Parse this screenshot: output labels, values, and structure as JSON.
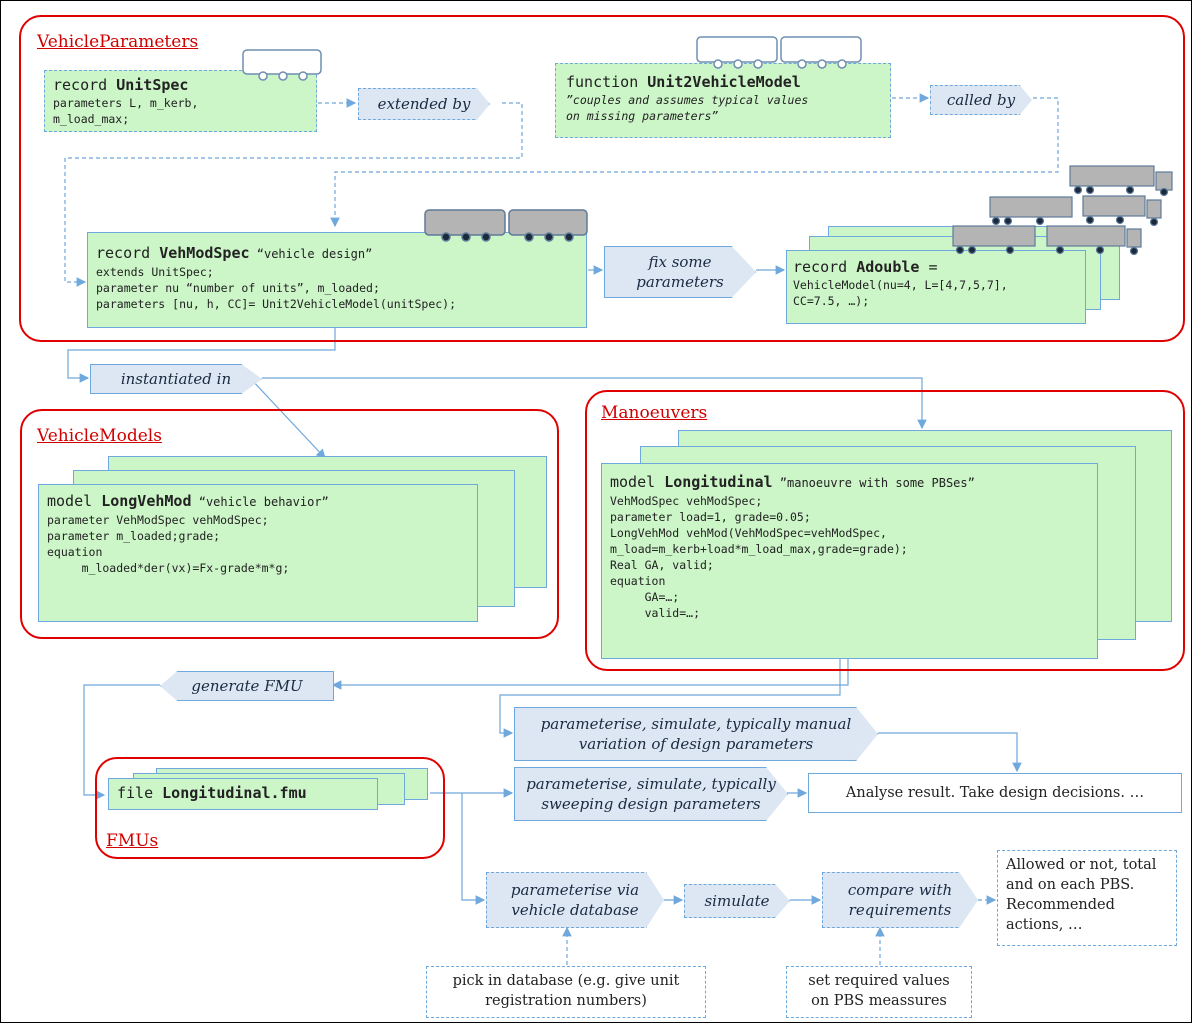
{
  "groups": {
    "vehicle_parameters": "VehicleParameters",
    "vehicle_models": "VehicleModels",
    "manoeuvers": "Manoeuvers",
    "fmus": "FMUs"
  },
  "unitspec": {
    "kw": "record ",
    "name": "UnitSpec",
    "lines": [
      "parameters L, m_kerb,",
      "m_load_max;"
    ]
  },
  "unit2vehiclemodel": {
    "kw": "function ",
    "name": "Unit2VehicleModel",
    "lines": [
      "”couples and assumes typical values",
      "on missing parameters”"
    ]
  },
  "vehmodspec": {
    "kw": "record ",
    "name": "VehModSpec",
    "desc": " “vehicle design”",
    "lines": [
      "extends UnitSpec;",
      "parameter nu “number of units”, m_loaded;",
      "parameters [nu, h, CC]= Unit2VehicleModel(unitSpec);"
    ]
  },
  "adouble": {
    "kw": "record ",
    "name": "Adouble",
    "suffix": " =",
    "lines": [
      "VehicleModel(nu=4, L=[4,7,5,7],",
      "CC=7.5, …);"
    ]
  },
  "longvehmod": {
    "kw": "model ",
    "name": "LongVehMod",
    "desc": " “vehicle behavior”",
    "lines": [
      "parameter VehModSpec vehModSpec;",
      "parameter m_loaded;grade;",
      "equation",
      "     m_loaded*der(vx)=Fx-grade*m*g;"
    ]
  },
  "longitudinal": {
    "kw": "model ",
    "name": "Longitudinal",
    "desc": " ”manoeuvre with some PBSes”",
    "lines": [
      "VehModSpec vehModSpec;",
      "parameter load=1, grade=0.05;",
      "LongVehMod vehMod(VehModSpec=vehModSpec,",
      "m_load=m_kerb+load*m_load_max,grade=grade);",
      "Real GA, valid;",
      "equation",
      "     GA=…;",
      "     valid=…;"
    ]
  },
  "fmu": {
    "kw": "file ",
    "name": "Longitudinal.fmu"
  },
  "tags": {
    "extended_by": "extended by",
    "called_by": "called by",
    "fix_some_parameters": [
      "fix some",
      "parameters"
    ],
    "instantiated_in": "instantiated in",
    "generate_fmu": "generate FMU",
    "manual_variation": [
      "parameterise, simulate, typically manual",
      "variation of design parameters"
    ],
    "sweeping": [
      "parameterise, simulate, typically",
      "sweeping design parameters"
    ],
    "vehicle_database": [
      "parameterise via",
      "vehicle database"
    ],
    "simulate": "simulate",
    "compare": [
      "compare with",
      "requirements"
    ]
  },
  "boxes": {
    "analyse": "Analyse result. Take design decisions. …",
    "allowed": [
      "Allowed or not, total",
      "and on each PBS.",
      "Recommended",
      "actions, …"
    ],
    "pick_database": [
      "pick in database (e.g. give unit",
      "registration numbers)"
    ],
    "required_values": [
      "set required values",
      "on PBS meassures"
    ]
  },
  "colors": {
    "group_border": "#e00000",
    "card_fill": "#ccf5c8",
    "tag_fill": "#dce7f3",
    "connector": "#6fa8dc",
    "vehicle_body": "#b4b4b4"
  },
  "icons": [
    "trailer-icon",
    "truck-icon"
  ]
}
